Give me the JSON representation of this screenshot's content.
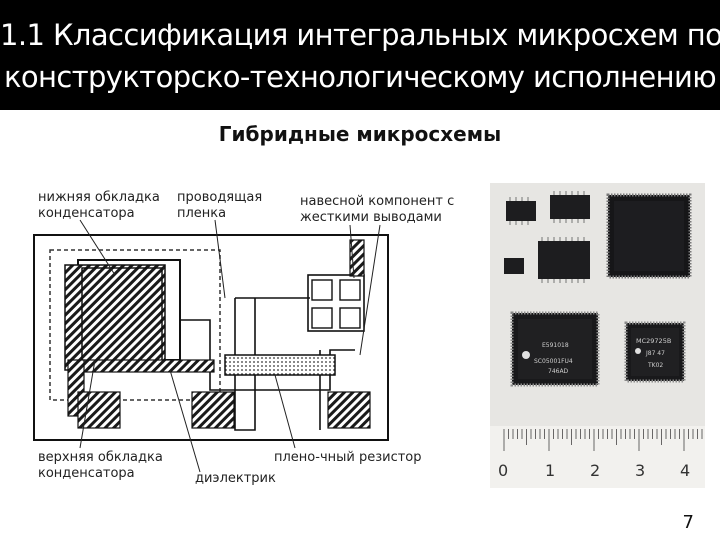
{
  "slide": {
    "title_line1": "1.1 Классификация интегральных микросхем по",
    "title_line2": "конструкторско-технологическому исполнению",
    "subtitle": "Гибридные микросхемы",
    "page_number": "7"
  },
  "diagram": {
    "labels": {
      "bottom_plate_line1": "нижняя обкладка",
      "bottom_plate_line2": "конденсатора",
      "conductive_film_line1": "проводящая",
      "conductive_film_line2": "пленка",
      "mounted_component_line1": "навесной компонент с",
      "mounted_component_line2": "жесткими выводами",
      "top_plate_line1": "верхняя обкладка",
      "top_plate_line2": "конденсатора",
      "film_resistor": "плено-чный резистор",
      "dielectric": "диэлектрик"
    }
  },
  "photo": {
    "chips": {
      "chip_e_label1": "E591018",
      "chip_e_label2": "SC05001FU4",
      "chip_e_label3": "746AD",
      "chip_mc_label1": "MC29725B",
      "chip_mc_label2": "J87 47",
      "chip_mc_label3": "TK02"
    },
    "ruler_numbers": [
      "0",
      "1",
      "2",
      "3",
      "4"
    ]
  }
}
